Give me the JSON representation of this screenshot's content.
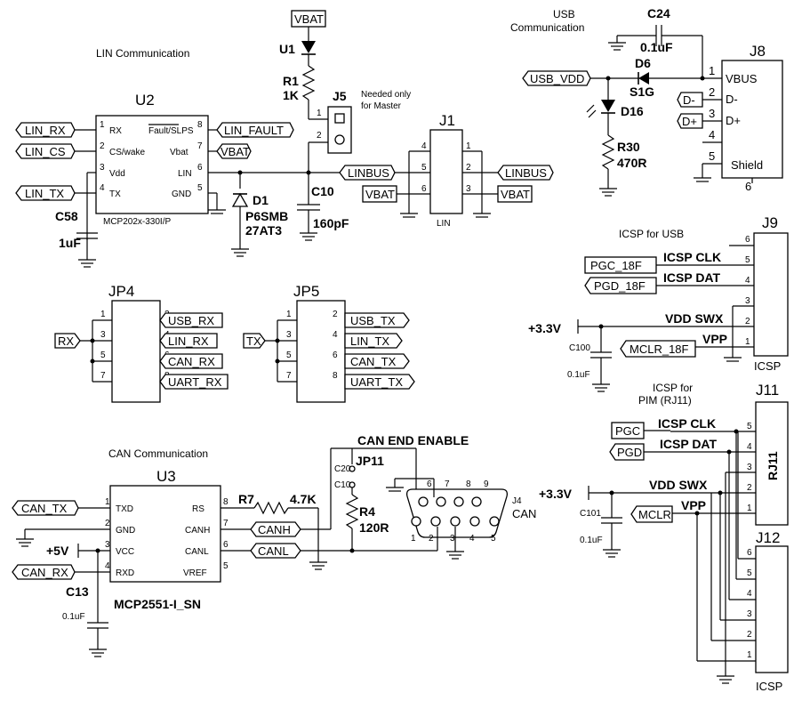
{
  "sections": {
    "lin": "LIN Communication",
    "usb": "USB",
    "usb2": "Communication",
    "icsp_usb": "ICSP for USB",
    "icsp_pim": "ICSP for",
    "icsp_pim2": "PIM (RJ11)",
    "can": "CAN Communication",
    "can_end": "CAN END ENABLE",
    "needed": "Needed only",
    "needed2": "for Master"
  },
  "refs": {
    "U2": "U2",
    "U1": "U1",
    "R1": "R1",
    "R1v": "1K",
    "J5": "J5",
    "J1": "J1",
    "J1lbl": "LIN",
    "D1": "D1",
    "D1v": "P6SMB",
    "D1v2": "27AT3",
    "C10": "C10",
    "C10v": "160pF",
    "C58": "C58",
    "C58v": "1uF",
    "C24": "C24",
    "C24v": "0.1uF",
    "D6": "D6",
    "D6v": "S1G",
    "D16": "D16",
    "R30": "R30",
    "R30v": "470R",
    "J8": "J8",
    "J9": "J9",
    "J11": "J11",
    "J12": "J12",
    "C100": "C100",
    "C100v": "0.1uF",
    "C101": "C101",
    "C101v": "0.1uF",
    "JP4": "JP4",
    "JP5": "JP5",
    "U3": "U3",
    "R7": "R7",
    "R7v": "4.7K",
    "R4": "R4",
    "R4v": "120R",
    "JP11": "JP11",
    "C20": "C20",
    "C10b": "C10",
    "J4": "J4",
    "J4lbl": "CAN",
    "C13": "C13",
    "C13v": "0.1uF",
    "U2part": "MCP202x-330I/P",
    "U3part": "MCP2551-I_SN",
    "icsp1": "ICSP",
    "icsp2": "ICSP",
    "rj11": "RJ11",
    "shield": "Shield"
  },
  "nets": {
    "lin_rx": "LIN_RX",
    "lin_cs": "LIN_CS",
    "lin_tx": "LIN_TX",
    "lin_fault": "LIN_FAULT",
    "vbat1": "VBAT",
    "vbat_top": "VBAT",
    "linbus": "LINBUS",
    "vbat_j1": "VBAT",
    "linbus_r": "LINBUS",
    "vbat_r": "VBAT",
    "usb_vdd": "USB_VDD",
    "dminus": "D-",
    "dplus": "D+",
    "pgc18": "PGC_18F",
    "pgd18": "PGD_18F",
    "mclr18": "MCLR_18F",
    "icsp_clk": "ICSP CLK",
    "icsp_dat": "ICSP DAT",
    "vdd_swx": "VDD SWX",
    "vpp": "VPP",
    "p33": "+3.3V",
    "icsp_clk2": "ICSP CLK",
    "icsp_dat2": "ICSP DAT",
    "vdd_swx2": "VDD SWX",
    "vpp2": "VPP",
    "p33b": "+3.3V",
    "pgc": "PGC",
    "pgd": "PGD",
    "mclr": "MCLR",
    "rx": "RX",
    "usb_rx": "USB_RX",
    "lin_rx2": "LIN_RX",
    "can_rx": "CAN_RX",
    "uart_rx": "UART_RX",
    "tx": "TX",
    "usb_tx": "USB_TX",
    "lin_tx2": "LIN_TX",
    "can_tx": "CAN_TX",
    "uart_tx": "UART_TX",
    "can_tx2": "CAN_TX",
    "p5v": "+5V",
    "can_rx2": "CAN_RX",
    "canh": "CANH",
    "canl": "CANL"
  },
  "pins_u2": {
    "rx": "RX",
    "cs": "CS/wake",
    "vdd": "Vdd",
    "tx": "TX",
    "fault": "Fault/SLPS",
    "vbat": "Vbat",
    "lin": "LIN",
    "gnd": "GND"
  },
  "pins_u3": {
    "txd": "TXD",
    "gnd": "GND",
    "vcc": "VCC",
    "rxd": "RXD",
    "rs": "RS",
    "canh": "CANH",
    "canl": "CANL",
    "vref": "VREF"
  },
  "pins_j8": {
    "vbus": "VBUS",
    "dm": "D-",
    "dp": "D+"
  }
}
